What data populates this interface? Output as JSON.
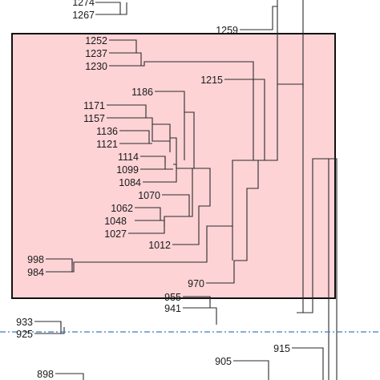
{
  "dendrogram": {
    "highlight_color": "#fdd3d6",
    "highlight_border_color": "#111111",
    "branch_color": "#2b2b2b",
    "cut_line_color": "#3a7fc1",
    "labels": [
      "1274",
      "1267",
      "1259",
      "1252",
      "1237",
      "1230",
      "1215",
      "1186",
      "1171",
      "1157",
      "1136",
      "1121",
      "1114",
      "1099",
      "1084",
      "1070",
      "1062",
      "1048",
      "1027",
      "1012",
      "998",
      "984",
      "970",
      "955",
      "941",
      "933",
      "925",
      "915",
      "905",
      "898"
    ]
  }
}
